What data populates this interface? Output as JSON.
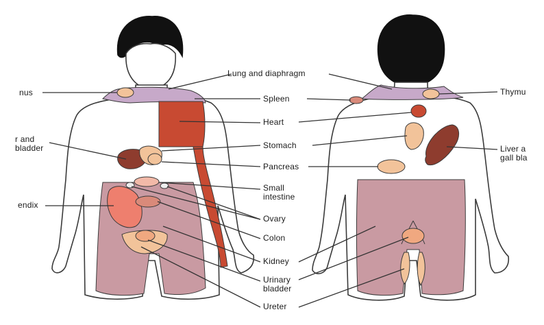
{
  "figure": {
    "colors": {
      "skin_outline": "#3a3a3a",
      "pain_region": "#c99aa2",
      "pain_region_dark": "#b8868f",
      "neck_region": "#c7a9c9",
      "heart": "#c84a32",
      "liver": "#8e3c2e",
      "appendix": "#ee7f6e",
      "pale_organ": "#f2c39a",
      "hair": "#111111",
      "leader_line": "#333333"
    }
  },
  "labels": {
    "lung_and_diaphragm": "Lung and diaphragm",
    "spleen": "Spleen",
    "heart": "Heart",
    "stomach": "Stomach",
    "pancreas": "Pancreas",
    "small_intestine": "Small\nintestine",
    "ovary": "Ovary",
    "colon": "Colon",
    "kidney": "Kidney",
    "urinary_bladder": "Urinary\nbladder",
    "ureter": "Ureter",
    "left_thymus": "nus",
    "left_liver": "r and\nbladder",
    "left_appendix": "endix",
    "right_thymus": "Thymu",
    "right_liver": "Liver a\ngall bla"
  }
}
